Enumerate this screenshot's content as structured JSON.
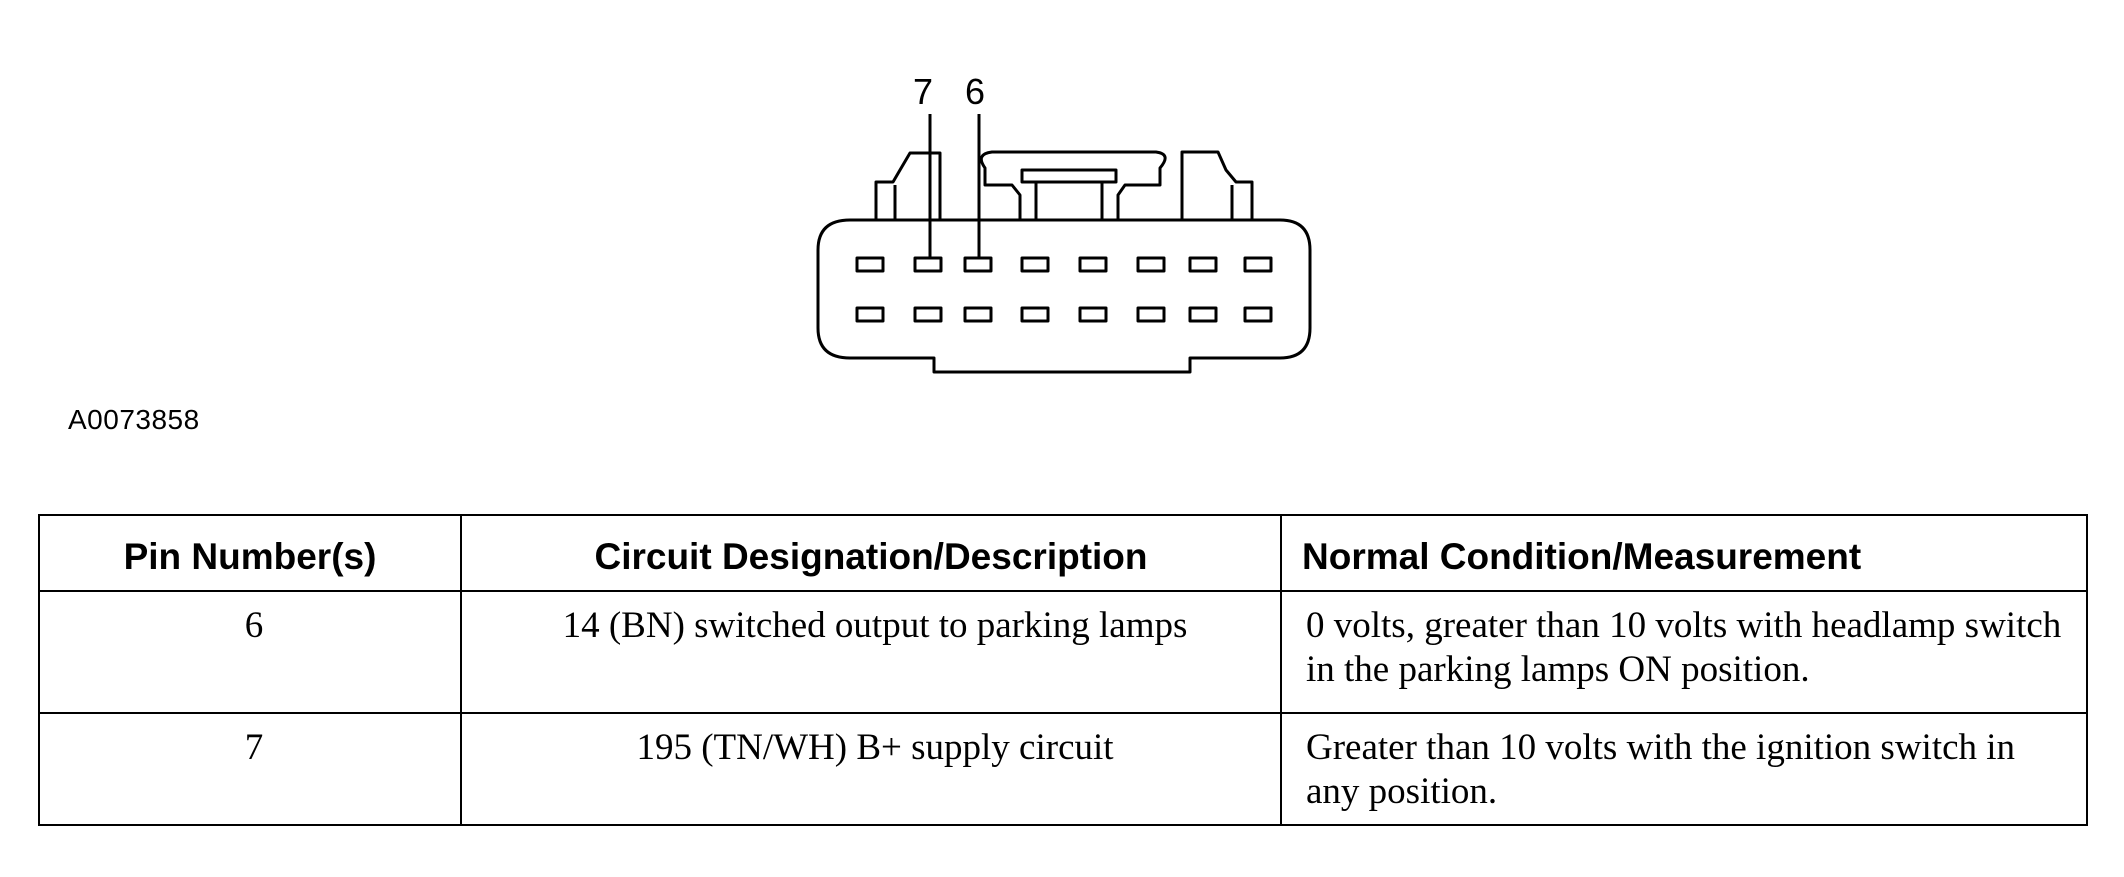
{
  "figure": {
    "id": "A0073858",
    "callouts": [
      "7",
      "6"
    ]
  },
  "table": {
    "headers": [
      "Pin Number(s)",
      "Circuit Designation/Description",
      "Normal Condition/Measurement"
    ],
    "rows": [
      [
        "6",
        "14 (BN) switched output to parking lamps",
        "0 volts, greater than 10 volts with headlamp switch in the parking lamps ON position."
      ],
      [
        "7",
        "195 (TN/WH) B+ supply circuit",
        "Greater than 10 volts with the ignition switch in any position."
      ]
    ]
  }
}
